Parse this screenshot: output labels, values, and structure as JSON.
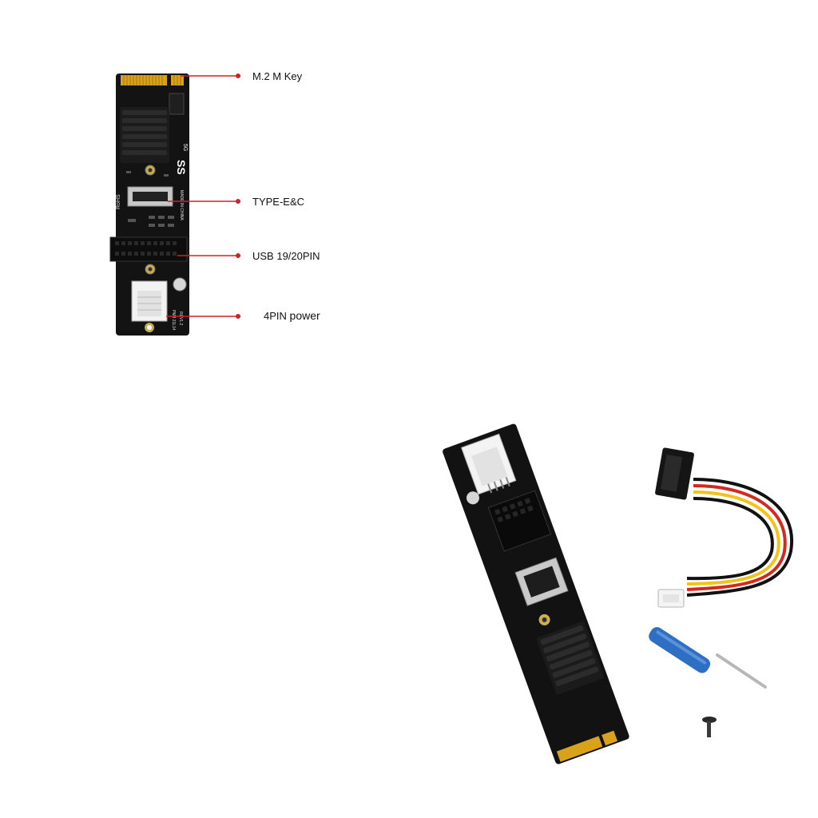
{
  "callouts": [
    {
      "label": "M.2  M Key"
    },
    {
      "label": "TYPE-E&C"
    },
    {
      "label": "USB 19/20PIN"
    },
    {
      "label_prefix": "4PIN",
      "label_suffix": "power"
    }
  ],
  "board_markings": {
    "ss_logo": "SS",
    "speed": "5G",
    "rohs": "RoHS",
    "made_in": "MADE IN CHINA",
    "model": "PM8 21L14",
    "rev": "REV1.2"
  },
  "accessories": [
    "SATA power cable",
    "screwdriver",
    "mounting screw"
  ],
  "colors": {
    "callout_line": "#d0202a",
    "pcb": "#111111",
    "gold_fingers": "#d9a21a",
    "screwdriver_handle": "#2e6fc4",
    "cable_red": "#d22a1e",
    "cable_yellow": "#f2c318"
  }
}
